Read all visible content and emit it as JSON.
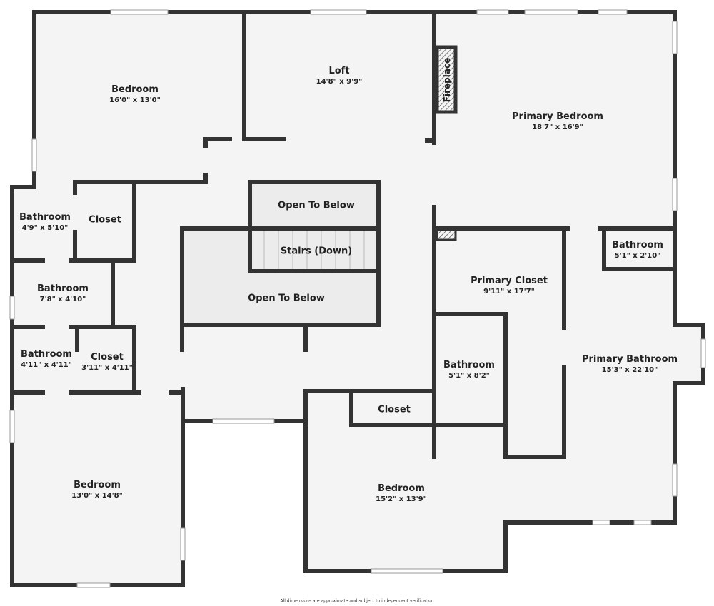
{
  "rooms": [
    {
      "name": "Bedroom",
      "dim": "16'0\" x 13'0\""
    },
    {
      "name": "Loft",
      "dim": "14'8\" x 9'9\""
    },
    {
      "name": "Primary Bedroom",
      "dim": "18'7\" x 16'9\""
    },
    {
      "name": "Bathroom",
      "dim": "4'9\" x 5'10\""
    },
    {
      "name": "Closet",
      "dim": ""
    },
    {
      "name": "Bathroom",
      "dim": "7'8\" x 4'10\""
    },
    {
      "name": "Bathroom",
      "dim": "4'11\" x 4'11\""
    },
    {
      "name": "Closet",
      "dim": "3'11\" x 4'11\""
    },
    {
      "name": "Bedroom",
      "dim": "13'0\" x 14'8\""
    },
    {
      "name": "Open To Below",
      "dim": ""
    },
    {
      "name": "Stairs (Down)",
      "dim": ""
    },
    {
      "name": "Open To Below",
      "dim": ""
    },
    {
      "name": "Bathroom",
      "dim": "5'1\" x 2'10\""
    },
    {
      "name": "Primary Closet",
      "dim": "9'11\" x 17'7\""
    },
    {
      "name": "Bathroom",
      "dim": "5'1\" x 8'2\""
    },
    {
      "name": "Primary Bathroom",
      "dim": "15'3\" x 22'10\""
    },
    {
      "name": "Closet",
      "dim": ""
    },
    {
      "name": "Bedroom",
      "dim": "15'2\" x 13'9\""
    }
  ],
  "fireplace": "Fireplace",
  "footnote": "All dimensions are approximate and subject to independent verification",
  "colors": {
    "wall": "#333333",
    "floor": "#f4f4f4",
    "open": "#ececec"
  }
}
